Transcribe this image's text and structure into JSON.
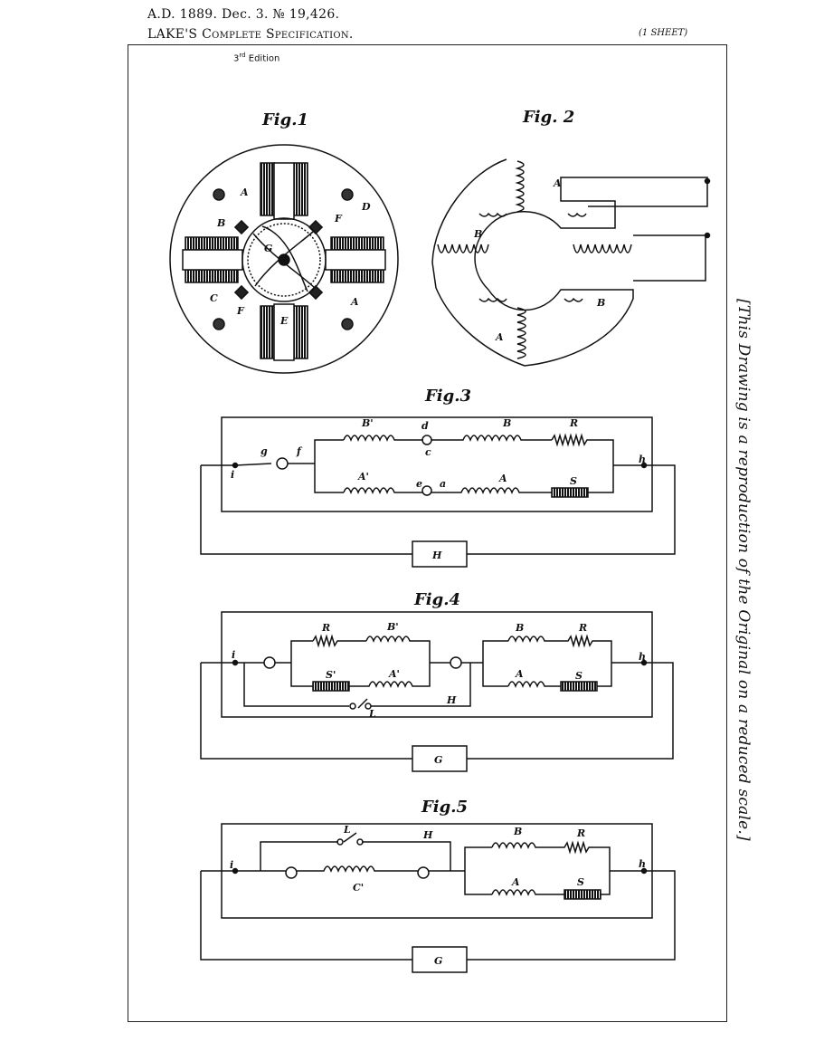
{
  "header": {
    "line1": "A.D. 1889. Dec. 3. № 19,426.",
    "line2": "LAKE'S Complete Specification.",
    "sheet": "(1 SHEET)"
  },
  "edition": {
    "num": "3",
    "sup": "rd",
    "word": "Edition"
  },
  "side_note": "[This Drawing is a reproduction of the Original on a reduced scale.]",
  "figures": {
    "fig1": {
      "title": "Fig.1",
      "labels": {
        "A1": "A",
        "A2": "A",
        "B": "B",
        "C": "C",
        "D": "D",
        "E": "E",
        "F1": "F",
        "F2": "F",
        "G": "G"
      }
    },
    "fig2": {
      "title": "Fig. 2",
      "labels": {
        "A1": "A",
        "A2": "A",
        "B1": "B",
        "B2": "B"
      }
    },
    "fig3": {
      "title": "Fig.3",
      "labels": {
        "Bp": "B'",
        "d": "d",
        "c": "c",
        "B": "B",
        "R": "R",
        "g": "g",
        "f": "f",
        "i": "i",
        "h": "h",
        "Ap": "A'",
        "e": "e",
        "a": "a",
        "A": "A",
        "S": "S",
        "H": "H"
      }
    },
    "fig4": {
      "title": "Fig.4",
      "labels": {
        "R1": "R",
        "Bp": "B'",
        "B": "B",
        "R2": "R",
        "i": "i",
        "h": "h",
        "Sp": "S'",
        "Ap": "A'",
        "A": "A",
        "S": "S",
        "H": "H",
        "L": "L",
        "G": "G"
      }
    },
    "fig5": {
      "title": "Fig.5",
      "labels": {
        "L": "L",
        "H": "H",
        "B": "B",
        "R": "R",
        "i": "i",
        "h": "h",
        "Cp": "C'",
        "A": "A",
        "S": "S",
        "G": "G"
      }
    }
  }
}
